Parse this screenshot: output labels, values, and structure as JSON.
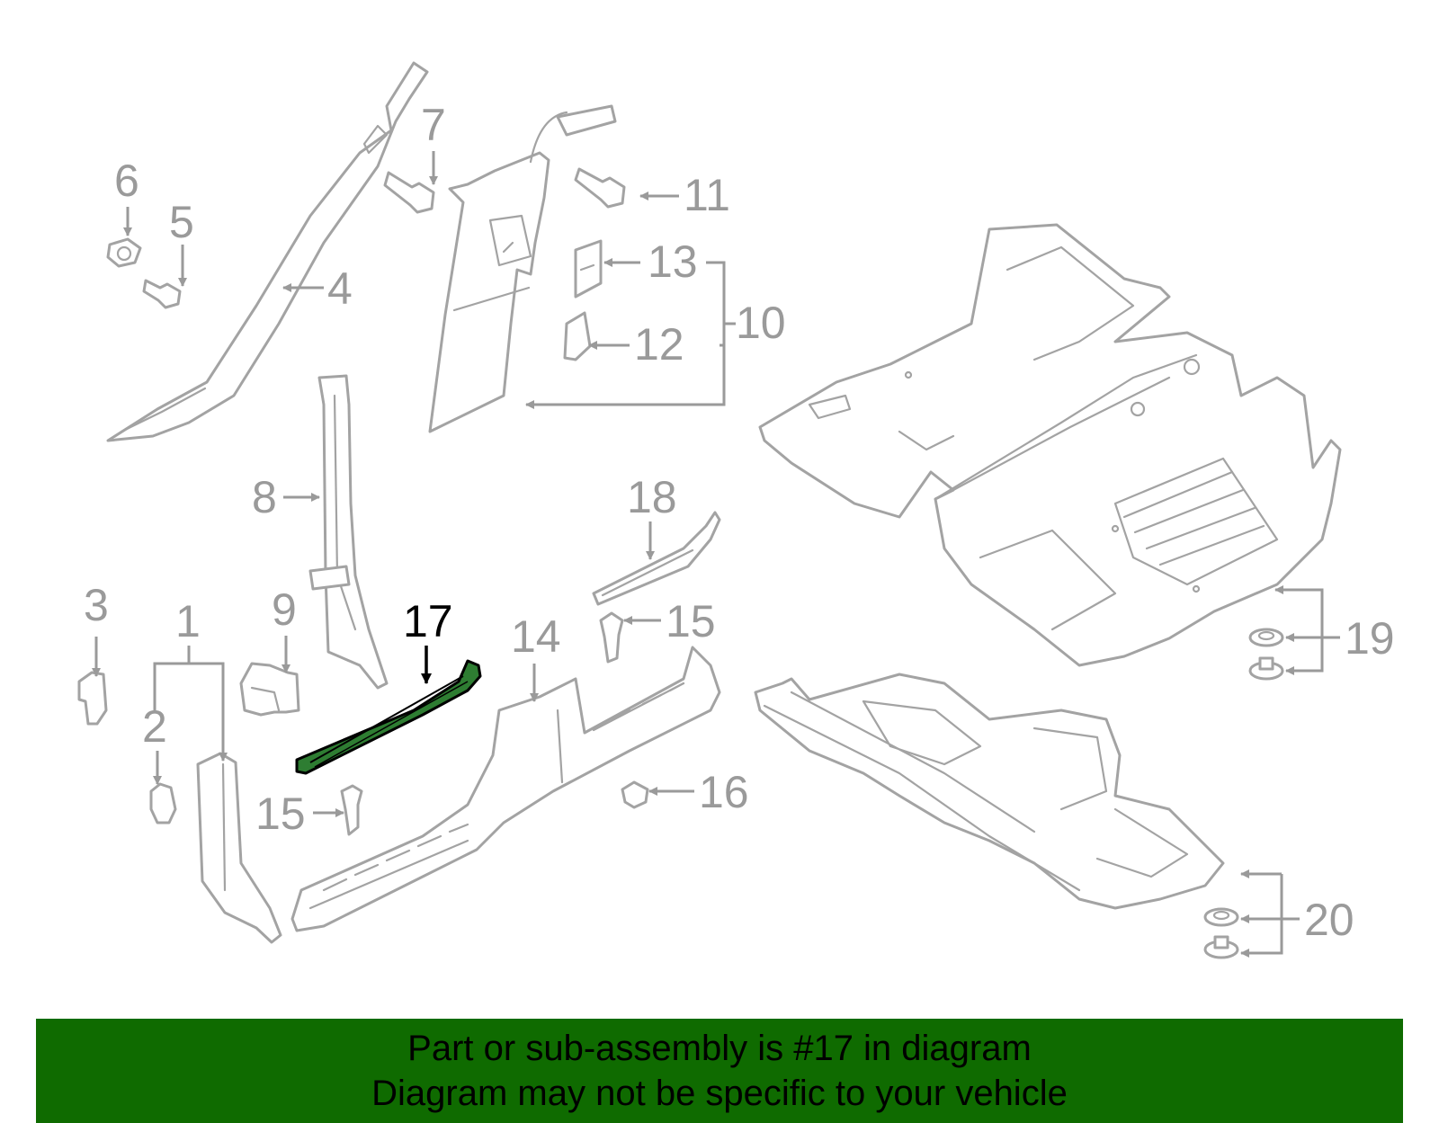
{
  "callouts": {
    "c1": "1",
    "c2": "2",
    "c3": "3",
    "c4": "4",
    "c5": "5",
    "c6": "6",
    "c7": "7",
    "c8": "8",
    "c9": "9",
    "c10": "10",
    "c11": "11",
    "c12": "12",
    "c13": "13",
    "c14": "14",
    "c15a": "15",
    "c15b": "15",
    "c16": "16",
    "c17": "17",
    "c18": "18",
    "c19": "19",
    "c20": "20"
  },
  "highlight": {
    "part_number": "17",
    "fill_color": "#2e7d32"
  },
  "banner": {
    "line1": "Part or sub-assembly is #17 in diagram",
    "line2": "Diagram may not be specific to your vehicle",
    "background_color": "#0f6b00"
  }
}
